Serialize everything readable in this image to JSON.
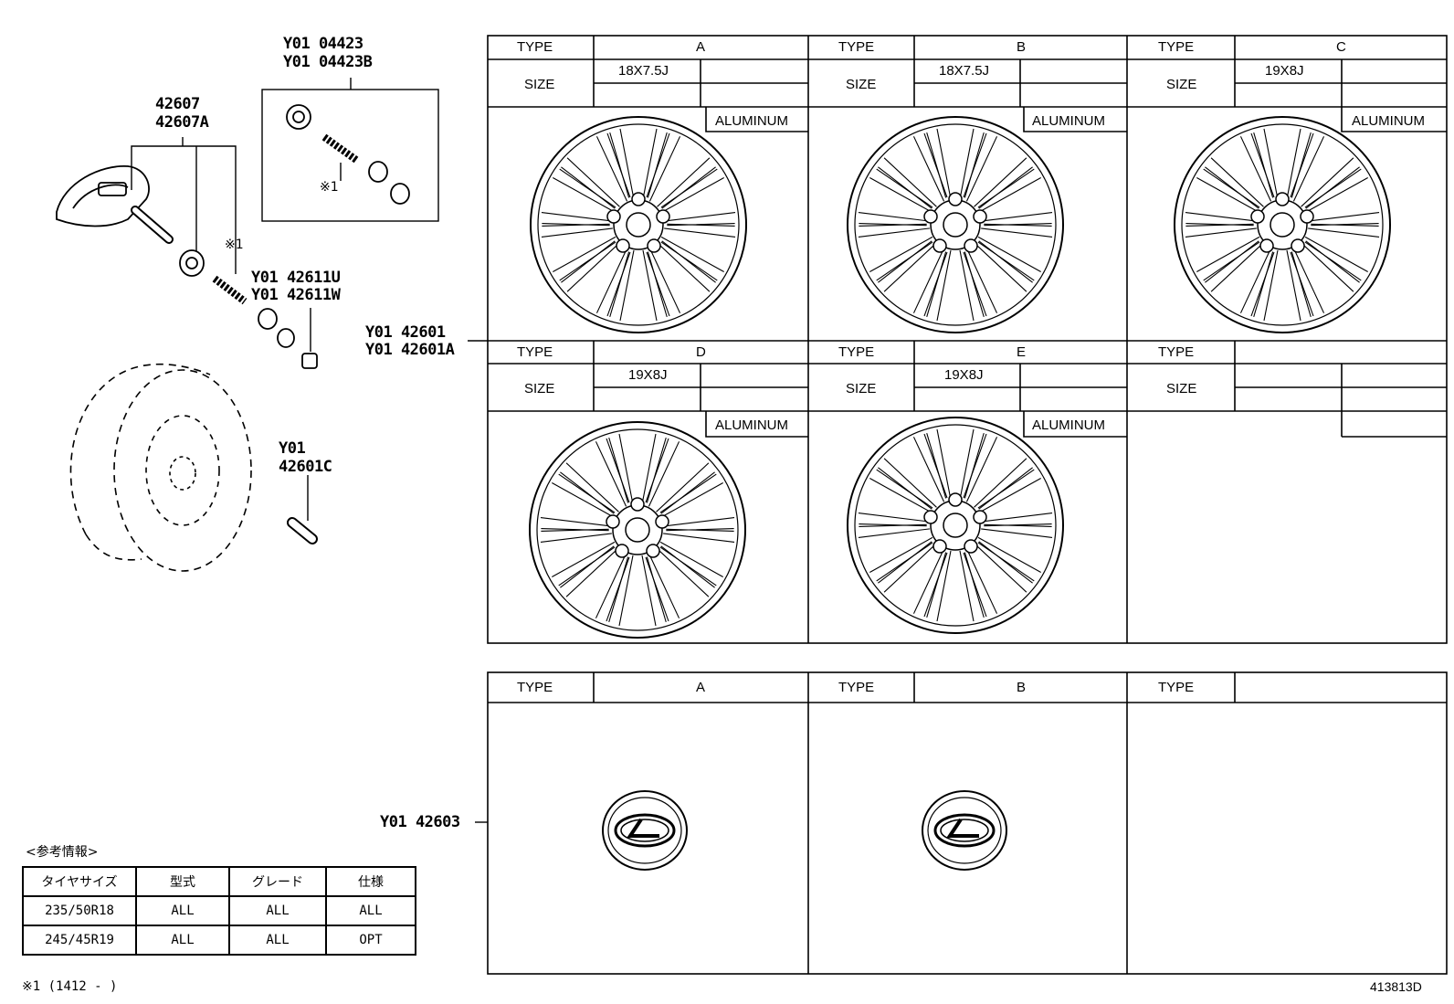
{
  "labels": {
    "sensor": [
      "42607",
      "42607A"
    ],
    "grommet_kit": [
      "Y01 04423",
      "Y01 04423B"
    ],
    "valve": [
      "Y01 42611U",
      "Y01 42611W"
    ],
    "wheel": [
      "Y01 42601",
      "Y01 42601A"
    ],
    "nut": [
      "Y01",
      "42601C"
    ],
    "cap": "Y01 42603",
    "note_mark": "※1",
    "note_mark_small": "※1"
  },
  "wheel_table": {
    "type_label": "TYPE",
    "size_label": "SIZE",
    "rows": [
      [
        {
          "type": "A",
          "size": "18X7.5J",
          "material": "ALUMINUM"
        },
        {
          "type": "B",
          "size": "18X7.5J",
          "material": "ALUMINUM"
        },
        {
          "type": "C",
          "size": "19X8J",
          "material": "ALUMINUM"
        }
      ],
      [
        {
          "type": "D",
          "size": "19X8J",
          "material": "ALUMINUM"
        },
        {
          "type": "E",
          "size": "19X8J",
          "material": "ALUMINUM"
        },
        {
          "type": "",
          "size": "",
          "material": ""
        }
      ]
    ]
  },
  "cap_table": {
    "type_label": "TYPE",
    "types": [
      "A",
      "B",
      ""
    ]
  },
  "reference": {
    "title": "<参考情報>",
    "headers": [
      "タイヤサイズ",
      "型式",
      "グレード",
      "仕様"
    ],
    "rows": [
      [
        "235/50R18",
        "ALL",
        "ALL",
        "ALL"
      ],
      [
        "245/45R19",
        "ALL",
        "ALL",
        "OPT"
      ]
    ]
  },
  "footnote": "※1 (1412 -      )",
  "diagram_id": "413813D"
}
